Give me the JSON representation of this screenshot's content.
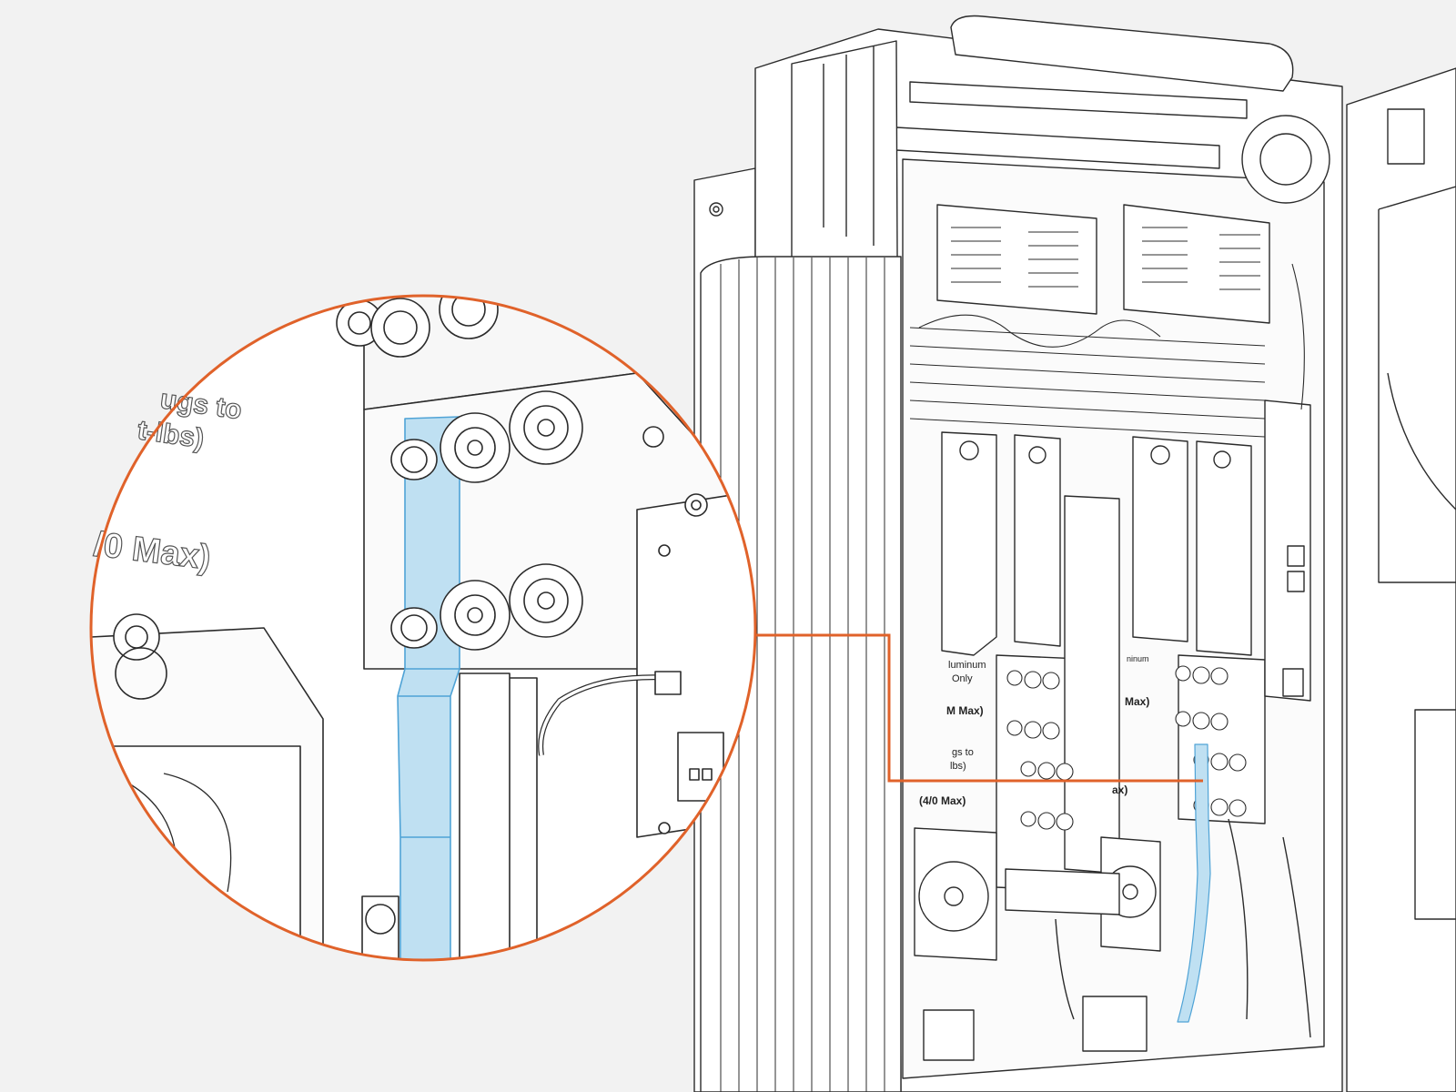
{
  "colors": {
    "background": "#f2f2f2",
    "callout": "#e0622a",
    "highlight_fill": "#bfe0f2",
    "highlight_stroke": "#4fa3d6",
    "line": "#2b2b2b",
    "panel_fill": "#ffffff"
  },
  "zoom_labels": {
    "torque_line1": "ugs to",
    "torque_line2": "t-lbs)",
    "max_size": "/0 Max)"
  },
  "unit_labels": {
    "aluminum_left": "luminum",
    "aluminum_left_2": "Only",
    "max_left": "M Max)",
    "lugs_left": "gs to",
    "lugs_left_2": "lbs)",
    "max_40": "(4/0 Max)",
    "aluminum_right": "ninum",
    "max_right": "Max)",
    "max_right_2": "ax)"
  }
}
